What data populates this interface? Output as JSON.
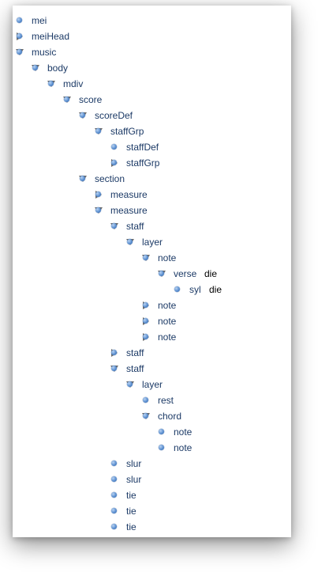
{
  "tree": [
    {
      "label": "mei",
      "depth": 0,
      "toggle": "none",
      "value": ""
    },
    {
      "label": "meiHead",
      "depth": 0,
      "toggle": "collapsed",
      "value": ""
    },
    {
      "label": "music",
      "depth": 0,
      "toggle": "expanded",
      "value": ""
    },
    {
      "label": "body",
      "depth": 1,
      "toggle": "expanded",
      "value": ""
    },
    {
      "label": "mdiv",
      "depth": 2,
      "toggle": "expanded",
      "value": ""
    },
    {
      "label": "score",
      "depth": 3,
      "toggle": "expanded",
      "value": ""
    },
    {
      "label": "scoreDef",
      "depth": 4,
      "toggle": "expanded",
      "value": ""
    },
    {
      "label": "staffGrp",
      "depth": 5,
      "toggle": "expanded",
      "value": ""
    },
    {
      "label": "staffDef",
      "depth": 6,
      "toggle": "none",
      "value": ""
    },
    {
      "label": "staffGrp",
      "depth": 6,
      "toggle": "collapsed",
      "value": ""
    },
    {
      "label": "section",
      "depth": 4,
      "toggle": "expanded",
      "value": ""
    },
    {
      "label": "measure",
      "depth": 5,
      "toggle": "collapsed",
      "value": ""
    },
    {
      "label": "measure",
      "depth": 5,
      "toggle": "expanded",
      "value": ""
    },
    {
      "label": "staff",
      "depth": 6,
      "toggle": "expanded",
      "value": ""
    },
    {
      "label": "layer",
      "depth": 7,
      "toggle": "expanded",
      "value": ""
    },
    {
      "label": "note",
      "depth": 8,
      "toggle": "expanded",
      "value": ""
    },
    {
      "label": "verse",
      "depth": 9,
      "toggle": "expanded",
      "value": "die"
    },
    {
      "label": "syl",
      "depth": 10,
      "toggle": "none",
      "value": "die"
    },
    {
      "label": "note",
      "depth": 8,
      "toggle": "collapsed",
      "value": ""
    },
    {
      "label": "note",
      "depth": 8,
      "toggle": "collapsed",
      "value": ""
    },
    {
      "label": "note",
      "depth": 8,
      "toggle": "collapsed",
      "value": ""
    },
    {
      "label": "staff",
      "depth": 6,
      "toggle": "collapsed",
      "value": ""
    },
    {
      "label": "staff",
      "depth": 6,
      "toggle": "expanded",
      "value": ""
    },
    {
      "label": "layer",
      "depth": 7,
      "toggle": "expanded",
      "value": ""
    },
    {
      "label": "rest",
      "depth": 8,
      "toggle": "none",
      "value": ""
    },
    {
      "label": "chord",
      "depth": 8,
      "toggle": "expanded",
      "value": ""
    },
    {
      "label": "note",
      "depth": 9,
      "toggle": "none",
      "value": ""
    },
    {
      "label": "note",
      "depth": 9,
      "toggle": "none",
      "value": ""
    },
    {
      "label": "slur",
      "depth": 6,
      "toggle": "none",
      "value": ""
    },
    {
      "label": "slur",
      "depth": 6,
      "toggle": "none",
      "value": ""
    },
    {
      "label": "tie",
      "depth": 6,
      "toggle": "none",
      "value": ""
    },
    {
      "label": "tie",
      "depth": 6,
      "toggle": "none",
      "value": ""
    },
    {
      "label": "tie",
      "depth": 6,
      "toggle": "none",
      "value": ""
    }
  ],
  "icons": {
    "bullet": "node-bullet-icon",
    "expanded": "triangle-down-icon",
    "collapsed": "triangle-right-icon"
  },
  "colors": {
    "bullet": "#4f86cc",
    "toggle": "#6e6e6e"
  }
}
